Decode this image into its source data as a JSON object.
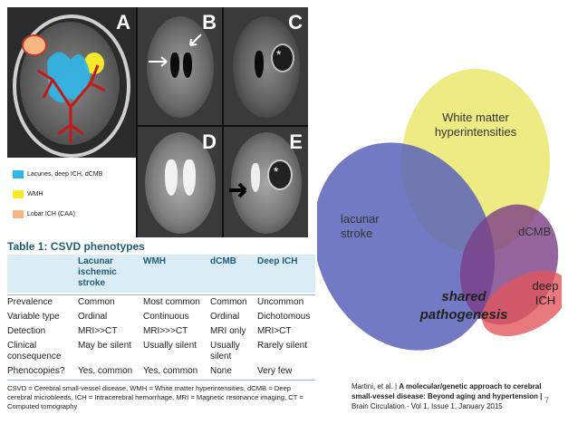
{
  "figure": {
    "panel_letters": [
      "A",
      "B",
      "C",
      "D",
      "E"
    ],
    "legend": [
      {
        "label": "Lacunes, deep ICH, dCMB",
        "color": "#2fb7e9"
      },
      {
        "label": "WMH",
        "color": "#f4ea2a"
      },
      {
        "label": "Lobar ICH (CAA)",
        "color": "#f6b682"
      }
    ],
    "asterisk": "*"
  },
  "table": {
    "title": "Table 1: CSVD phenotypes",
    "headers": [
      "",
      "Lacunar ischemic stroke",
      "WMH",
      "dCMB",
      "Deep ICH"
    ],
    "rows": [
      [
        "Prevalence",
        "Common",
        "Most common",
        "Common",
        "Uncommon"
      ],
      [
        "Variable type",
        "Ordinal",
        "Continuous",
        "Ordinal",
        "Dichotomous"
      ],
      [
        "Detection",
        "MRI>>CT",
        "MRI>>>CT",
        "MRI only",
        "MRI>CT"
      ],
      [
        "Clinical consequence",
        "May be silent",
        "Usually silent",
        "Usually silent",
        "Rarely silent"
      ],
      [
        "Phenocopies?",
        "Yes, common",
        "Yes, common",
        "None",
        "Very few"
      ]
    ],
    "footnote": "CSVD = Cerebral small-vessel disease, WMH = White matter hyperintensities, dCMB = Deep cerebral microbleeds, ICH = Intracerebral hemorrhage, MRI = Magnetic resonance imaging, CT = Computed tomography"
  },
  "venn": {
    "wmh": "White matter hyperintensities",
    "lacunar": "lacunar stroke",
    "dcmb": "dCMB",
    "deep_ich": "deep ICH",
    "shared": "shared pathogenesis",
    "colors": {
      "wmh": "#ecea7a",
      "lacunar": "#5a63b8",
      "dcmb": "#7a3f86",
      "deep_ich": "#e2545a",
      "shared_text": "#222222"
    }
  },
  "citation": {
    "prefix": "Martini, et al. | ",
    "bold": "A molecular/genetic approach to cerebral small-vessel disease: Beyond aging and hypertension |",
    "suffix": " Brain Circulation - Vol 1, Issue 1, January 2015"
  },
  "slide_number": "7"
}
